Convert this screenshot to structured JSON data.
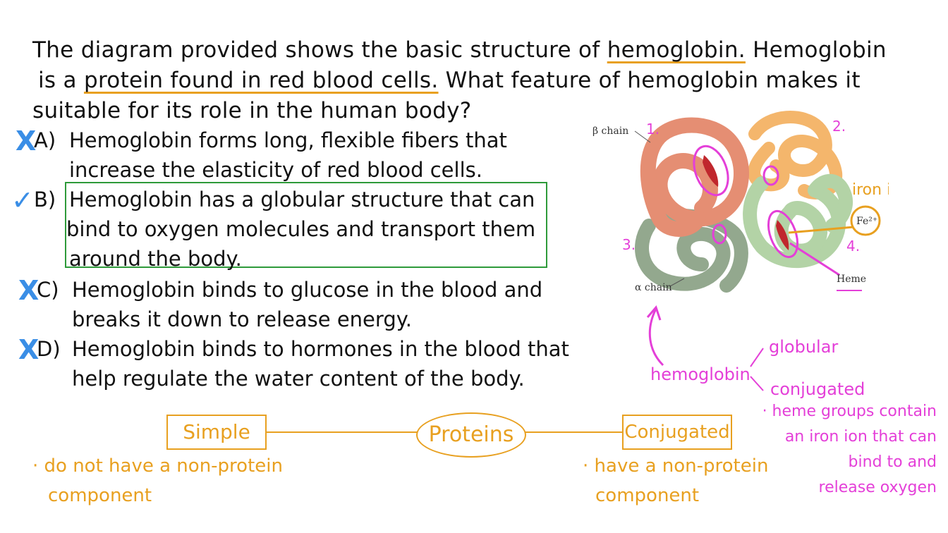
{
  "question": {
    "line1_pre": "The diagram provided shows the basic structure of ",
    "line1_ul": "hemoglobin.",
    "line1_post": " Hemoglobin",
    "line2_pre": "is a ",
    "line2_ul": "protein found in red blood cells.",
    "line2_post": " What feature of hemoglobin makes it",
    "line3": "suitable for its role in the human body?"
  },
  "options": [
    {
      "mark": "X",
      "letter": "A)",
      "line1": "Hemoglobin forms long, flexible fibers that",
      "line2": "increase the elasticity of red blood cells.",
      "mark_color": "#3a8ee6"
    },
    {
      "mark": "✓",
      "letter": "B)",
      "line1": "Hemoglobin has a globular structure that can",
      "line2": "bind to oxygen molecules and transport them",
      "line3": "around the body.",
      "mark_color": "#3a8ee6"
    },
    {
      "mark": "X",
      "letter": "C)",
      "line1": "Hemoglobin binds to glucose in the blood and",
      "line2": "breaks it down to release energy.",
      "mark_color": "#3a8ee6"
    },
    {
      "mark": "X",
      "letter": "D)",
      "line1": "Hemoglobin binds to hormones in the blood that",
      "line2": "help regulate the water content of the body.",
      "mark_color": "#3a8ee6"
    }
  ],
  "diagram": {
    "beta_chain": "β chain",
    "alpha_chain": "α chain",
    "heme": "Heme",
    "fe": "Fe²⁺",
    "num1": "1.",
    "num2": "2.",
    "num3": "3.",
    "num4": "4.",
    "iron_ion": "iron ion"
  },
  "annotations": {
    "hemoglobin": "hemoglobin",
    "globular": "globular",
    "conjugated": "conjugated",
    "heme_note_1": "· heme groups contain",
    "heme_note_2": "an iron ion that can",
    "heme_note_3": "bind to and",
    "heme_note_4": "release oxygen"
  },
  "concept_map": {
    "simple": "Simple",
    "proteins": "Proteins",
    "conjugated": "Conjugated",
    "simple_note_1": "· do not have a non-protein",
    "simple_note_2": "component",
    "conj_note_1": "· have a non-protein",
    "conj_note_2": "component"
  },
  "colors": {
    "orange": "#e8a020",
    "pink": "#e43fd8",
    "blue": "#3a8ee6",
    "green": "#2e9a3a"
  }
}
